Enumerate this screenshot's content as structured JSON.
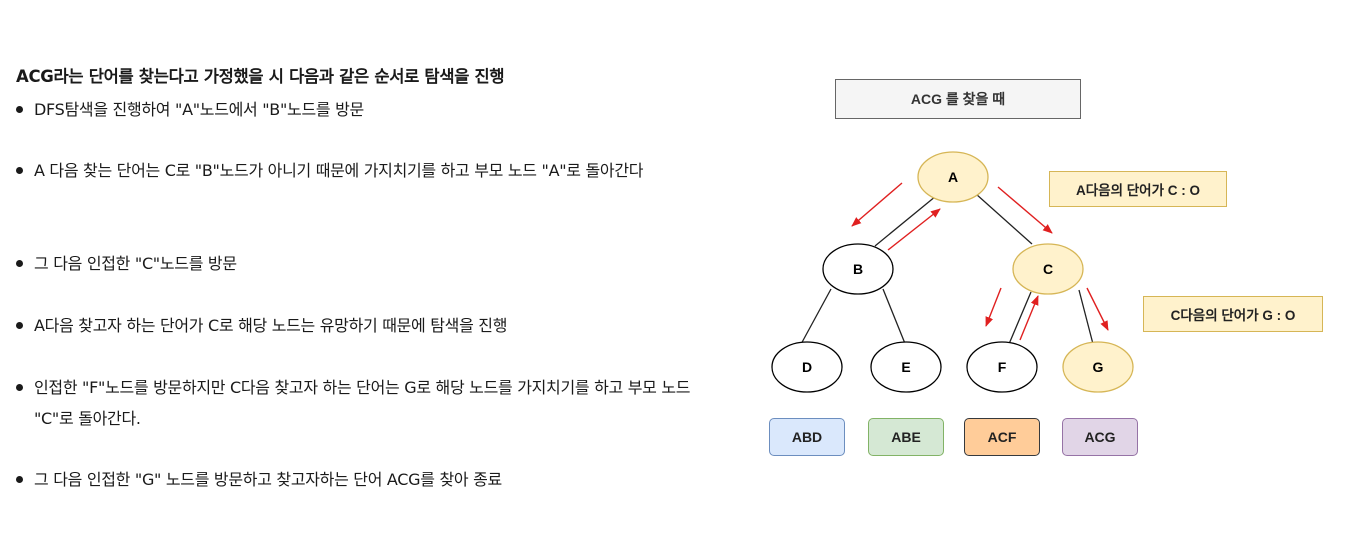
{
  "heading": "ACG라는 단어를 찾는다고 가정했을 시 다음과 같은 순서로 탐색을 진행",
  "steps": [
    " DFS탐색을 진행하여 \"A\"노드에서 \"B\"노드를 방문",
    "A 다음 찾는 단어는 C로 \"B\"노드가 아니기 때문에 가지치기를 하고 부모 노드 \"A\"로 돌아간다",
    "그 다음 인접한 \"C\"노드를 방문",
    "A다음 찾고자 하는 단어가 C로 해당 노드는 유망하기 때문에 탐색을 진행",
    "인접한 \"F\"노드를 방문하지만 C다음 찾고자 하는 단어는 G로 해당 노드를 가지치기를 하고 부모 노드 \"C\"로 돌아간다.",
    "그 다음 인접한 \"G\" 노드를 방문하고 찾고자하는 단어 ACG를 찾아 종료"
  ],
  "diagram": {
    "title": "ACG 를 찾을 때",
    "nodes": {
      "A": "A",
      "B": "B",
      "C": "C",
      "D": "D",
      "E": "E",
      "F": "F",
      "G": "G"
    },
    "notes": {
      "after_a": "A다음의 단어가 C : O",
      "after_c": "C다음의 단어가 G : O"
    },
    "leaves": [
      "ABD",
      "ABE",
      "ACF",
      "ACG"
    ],
    "colors": {
      "visited_fill": "#fff2cc",
      "visited_stroke": "#d6b656",
      "node_fill": "#ffffff",
      "node_stroke": "#000000",
      "arrow": "#e02020",
      "leaf_abd_fill": "#dae8fc",
      "leaf_abd_stroke": "#6c8ebf",
      "leaf_abe_fill": "#d5e8d4",
      "leaf_abe_stroke": "#82b366",
      "leaf_acf_fill": "#ffcc99",
      "leaf_acf_stroke": "#36393d",
      "leaf_acg_fill": "#e1d5e7",
      "leaf_acg_stroke": "#9673a6"
    }
  }
}
